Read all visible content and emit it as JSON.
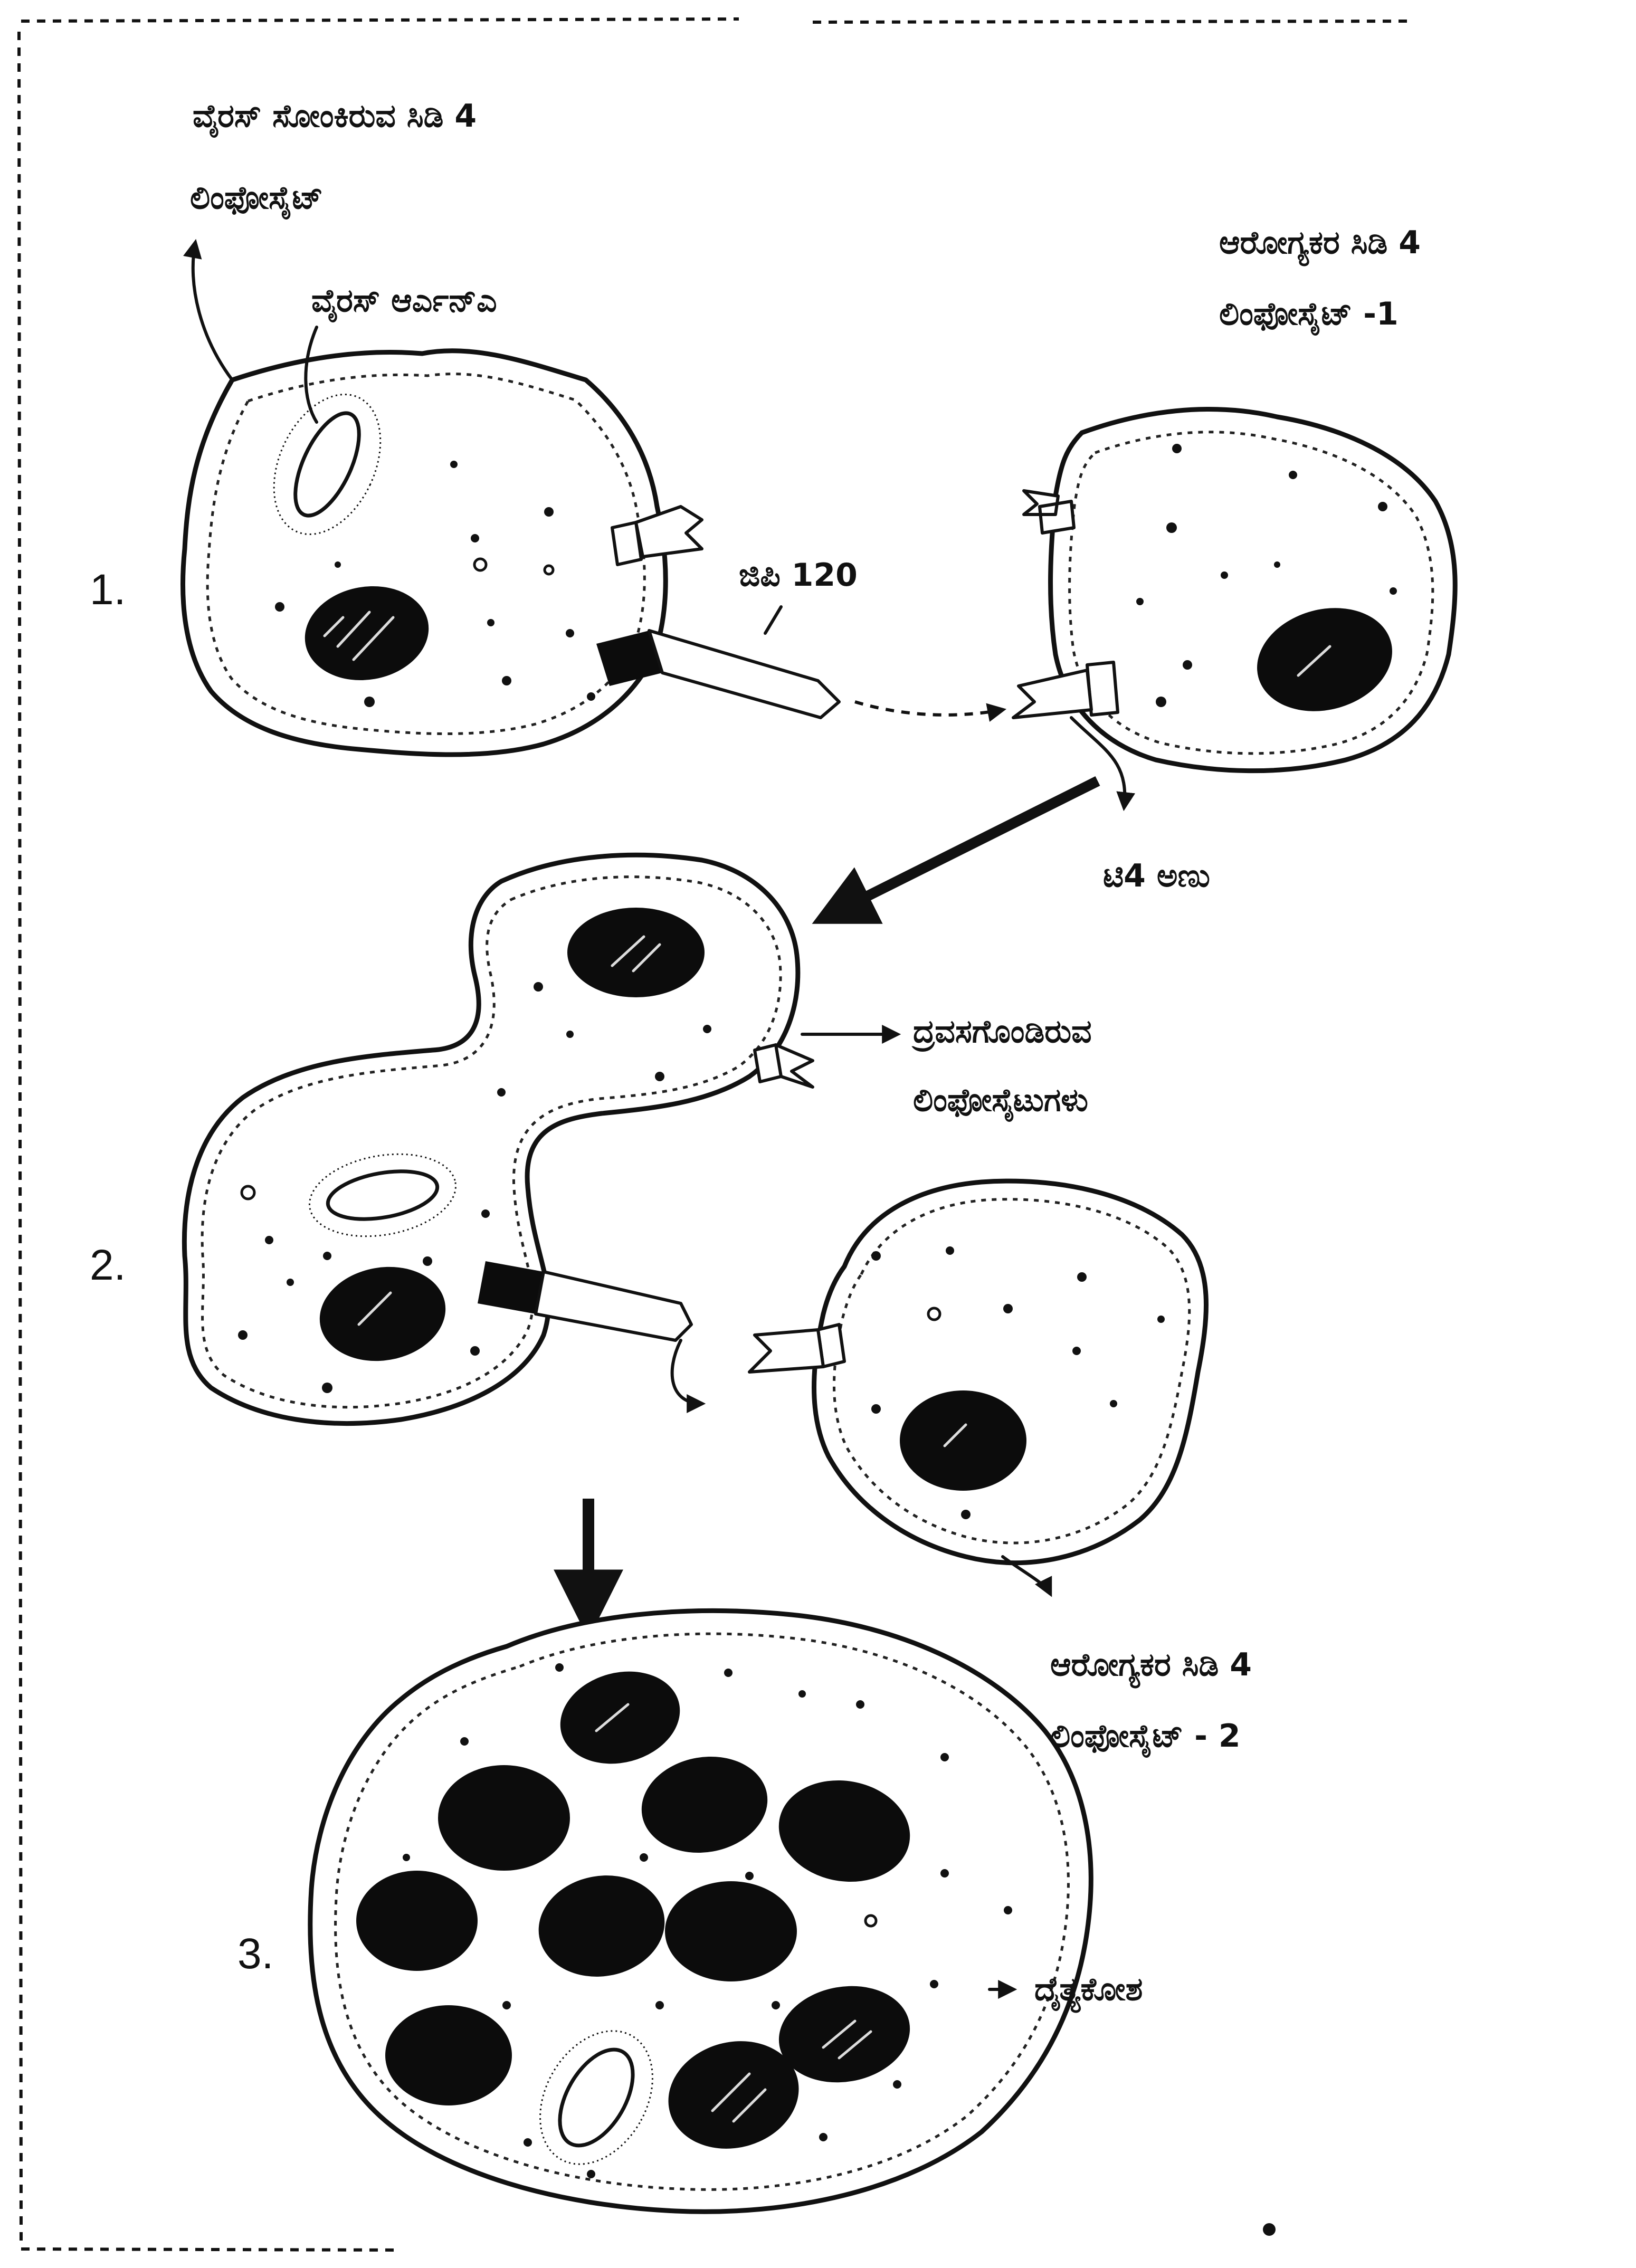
{
  "steps": {
    "one": "1.",
    "two": "2.",
    "three": "3."
  },
  "labels": {
    "infected_cell": {
      "line1": "ವೈರಸ್ ಸೋಂಕಿರುವ ಸಿಡಿ 4",
      "line2": "ಲಿಂಫೋಸೈಟ್"
    },
    "viral_rna": "ವೈರಸ್ ಆರ್ಎನ್ಎ",
    "gp120": "ಜಿಪಿ 120",
    "healthy_cell_1": {
      "line1": "ಆರೋಗ್ಯಕರ ಸಿಡಿ 4",
      "line2": "ಲಿಂಫೋಸೈಟ್ -1"
    },
    "t4_molecule": "ಟಿ4 ಅಣು",
    "fused_cells": {
      "line1": "ದ್ರವಸಗೊಂಡಿರುವ",
      "line2": "ಲಿಂಫೋಸೈಟುಗಳು"
    },
    "healthy_cell_2": {
      "line1": "ಆರೋಗ್ಯಕರ ಸಿಡಿ 4",
      "line2": "ಲಿಂಫೋಸೈಟ್ - 2"
    },
    "syncytium": "ದೈತ್ಯಕೋಶ"
  }
}
